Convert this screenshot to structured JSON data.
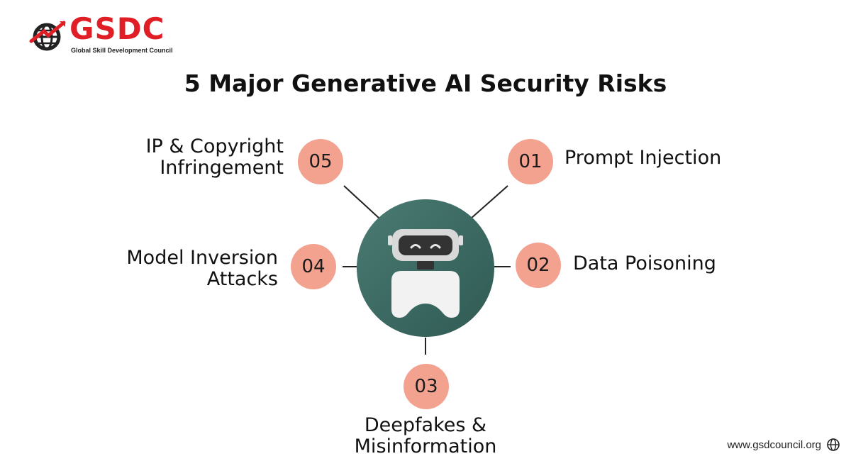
{
  "brand": {
    "name": "GSDC",
    "tagline": "Global Skill Development Council",
    "color": "#e01e26"
  },
  "title": "5 Major Generative AI Security Risks",
  "risks": [
    {
      "number": "01",
      "lines": [
        "Prompt Injection"
      ]
    },
    {
      "number": "02",
      "lines": [
        "Data Poisoning"
      ]
    },
    {
      "number": "03",
      "lines": [
        "Deepfakes &",
        "Misinformation"
      ]
    },
    {
      "number": "04",
      "lines": [
        "Model Inversion",
        "Attacks"
      ]
    },
    {
      "number": "05",
      "lines": [
        "IP & Copyright",
        "Infringement"
      ]
    }
  ],
  "hub": {
    "icon": "robot-icon",
    "color": "#3f6e66"
  },
  "badge_color": "#f4a290",
  "footer": {
    "url": "www.gsdcouncil.org",
    "icon": "globe-icon"
  }
}
